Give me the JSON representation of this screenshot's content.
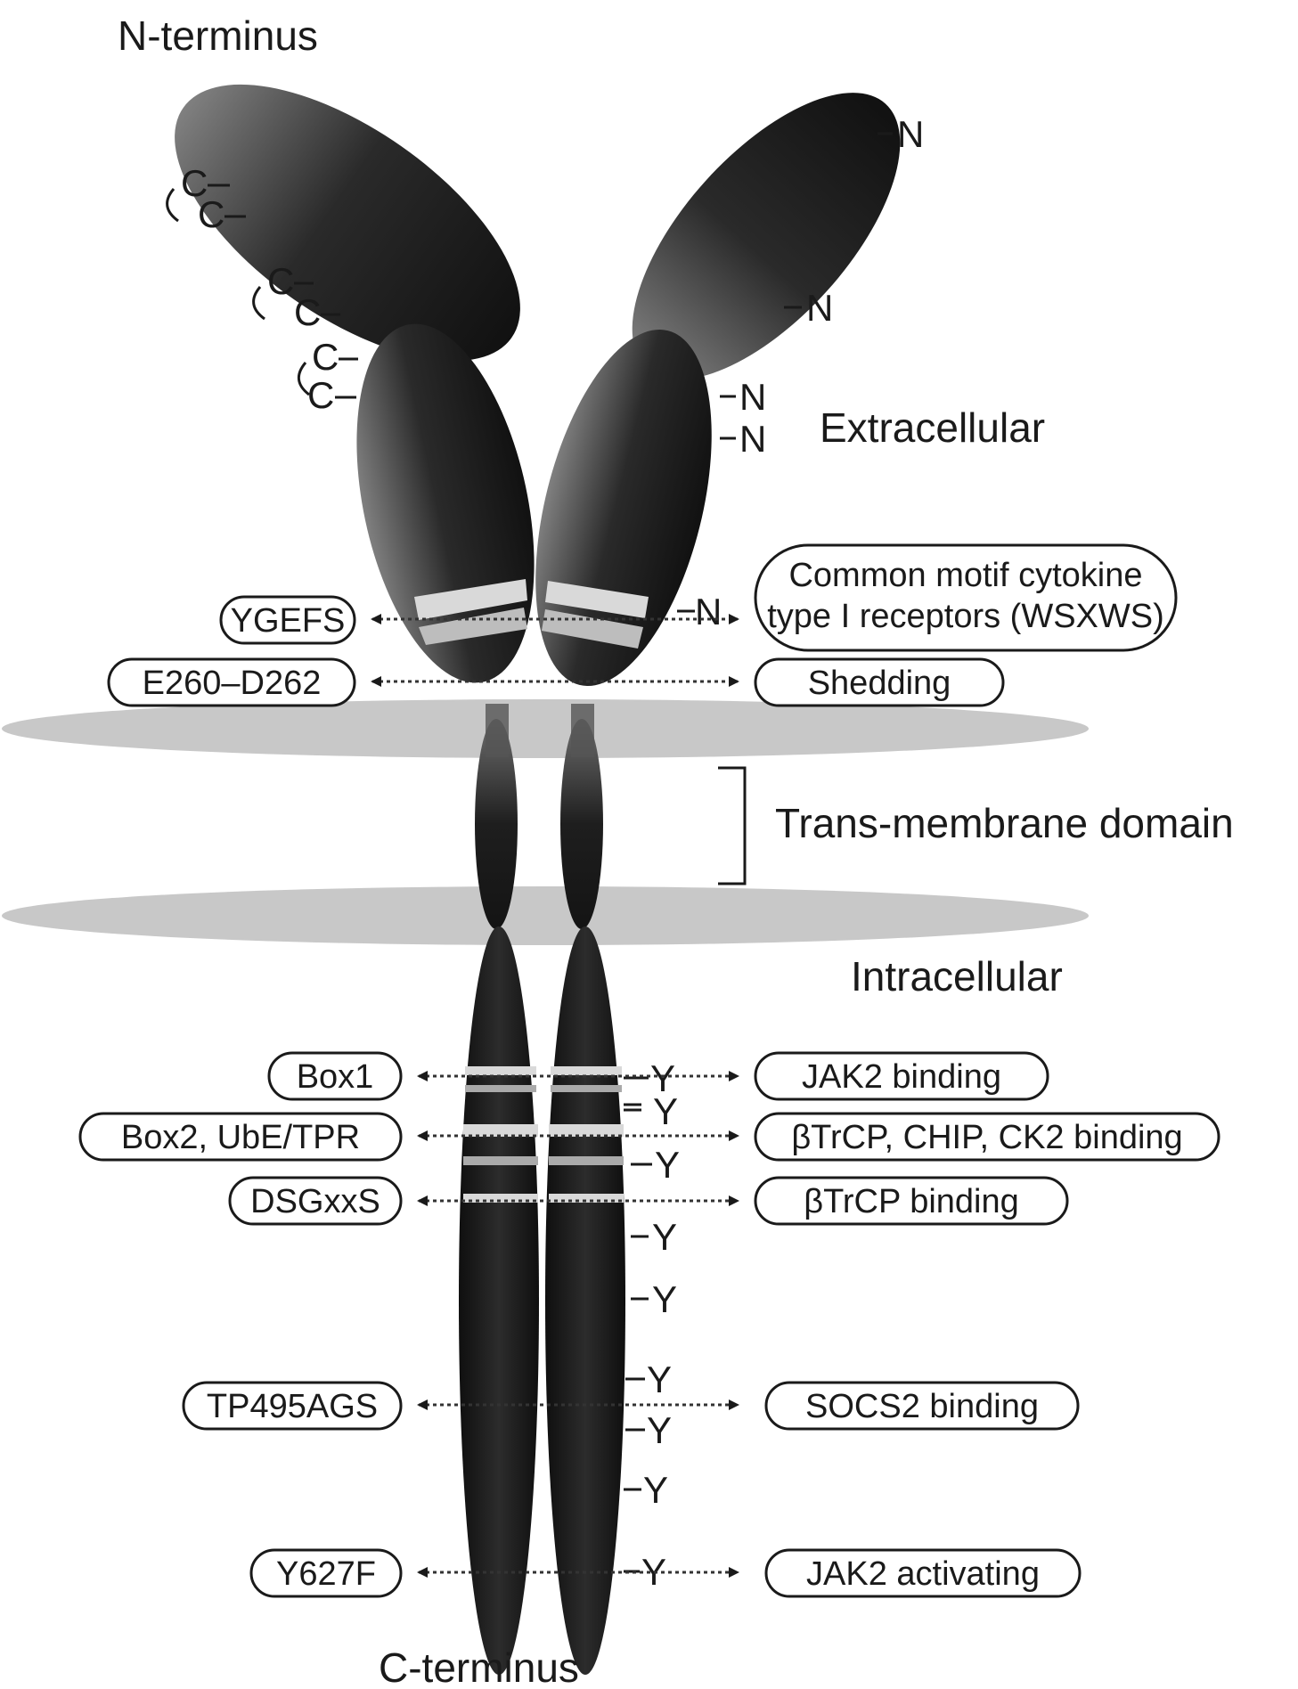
{
  "labels": {
    "n_terminus": "N-terminus",
    "c_terminus": "C-terminus",
    "extracellular": "Extracellular",
    "intracellular": "Intracellular",
    "transmembrane": "Trans-membrane domain"
  },
  "site_letters": {
    "cysteine": "C",
    "glycosylation": "N",
    "tyrosine": "Y"
  },
  "left_motifs": {
    "ygefs": "YGEFS",
    "e260_d262": "E260–D262",
    "box1": "Box1",
    "box2": "Box2, UbE/TPR",
    "dsgxxs": "DSGxxS",
    "tp495ags": "TP495AGS",
    "y627f": "Y627F"
  },
  "right_functions": {
    "wsxws_line1": "Common motif cytokine",
    "wsxws_line2": "type I receptors (WSXWS)",
    "shedding": "Shedding",
    "jak2_binding": "JAK2 binding",
    "btrcp_chip_ck2": "βTrCP, CHIP, CK2 binding",
    "btrcp_binding": "βTrCP binding",
    "socs2_binding": "SOCS2 binding",
    "jak2_activating": "JAK2 activating"
  },
  "colors": {
    "domain_dark": "#1c1c1c",
    "domain_light": "#7a7a7a",
    "membrane": "#c8c8c8",
    "motif_band": "#d9d9d9"
  }
}
